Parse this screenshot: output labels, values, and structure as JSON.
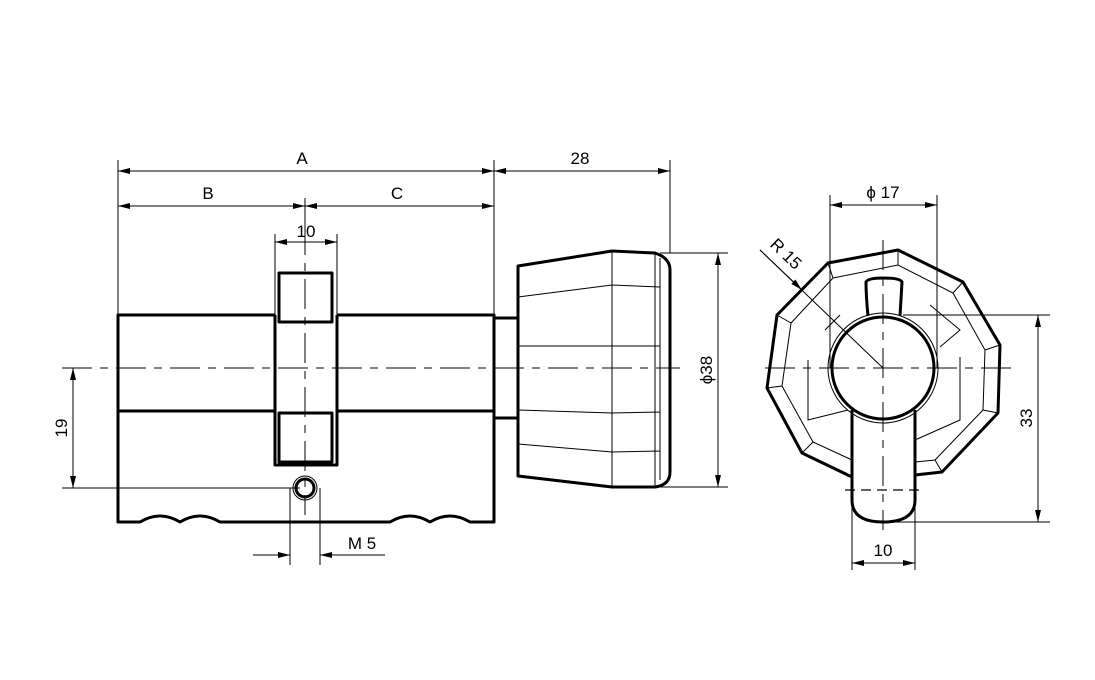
{
  "drawing": {
    "dimensions": {
      "overall_length": "A",
      "left_length": "B",
      "right_length": "C",
      "knob_length": "28",
      "cam_width": "10",
      "knob_diameter": "ϕ38",
      "screw_offset": "19",
      "screw_thread": "M 5",
      "profile_diameter": "ϕ 17",
      "profile_radius": "R 15",
      "profile_height": "33",
      "profile_width": "10"
    }
  }
}
